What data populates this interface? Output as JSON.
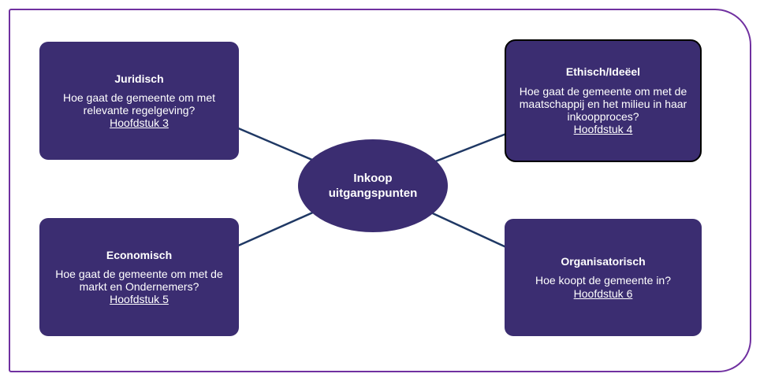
{
  "colors": {
    "node_fill": "#3b2d71",
    "ellipse_fill": "#3b2d71",
    "connector": "#1f3864",
    "frame_border": "#7030a0",
    "highlight_border": "#000000",
    "text": "#ffffff",
    "page_bg": "#ffffff"
  },
  "diagram": {
    "center": {
      "line1": "Inkoop",
      "line2": "uitgangspunten"
    },
    "nodes": [
      {
        "title": "Juridisch",
        "body": "Hoe gaat de gemeente om met relevante regelgeving?",
        "link": "Hoofdstuk 3"
      },
      {
        "title": "Ethisch/Ideëel",
        "body": "Hoe gaat de gemeente om met de maatschappij en het milieu in haar inkoopproces?",
        "link": "Hoofdstuk 4"
      },
      {
        "title": "Economisch",
        "body": "Hoe gaat de gemeente om met de markt en Ondernemers?",
        "link": "Hoofdstuk 5"
      },
      {
        "title": "Organisatorisch",
        "body": "Hoe koopt de gemeente in?",
        "link": "Hoofdstuk 6"
      }
    ]
  }
}
